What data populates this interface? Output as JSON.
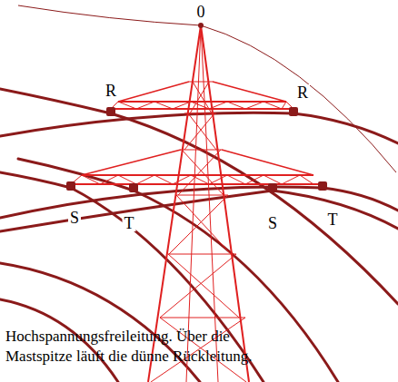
{
  "diagram": {
    "caption": "Hochspannungsfreileitung. Über die Mastspitze läuft die dünne Rückleitung.",
    "labels": [
      "0",
      "R",
      "R",
      "S",
      "T",
      "S",
      "T"
    ]
  }
}
